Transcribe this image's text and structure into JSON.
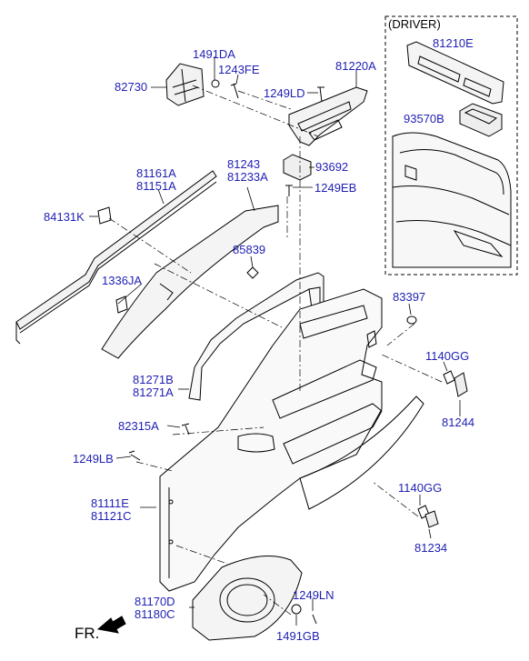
{
  "driver_inset": {
    "label": "(DRIVER)"
  },
  "parts": {
    "p81210E": "81210E",
    "p93570B": "93570B",
    "p1491DA": "1491DA",
    "p1243FE": "1243FE",
    "p82730": "82730",
    "p81220A": "81220A",
    "p1249LD": "1249LD",
    "p93692": "93692",
    "p1249EB": "1249EB",
    "p81161A": "81161A",
    "p81151A": "81151A",
    "p81243": "81243",
    "p81233A": "81233A",
    "p84131K": "84131K",
    "p85839": "85839",
    "p1336JA": "1336JA",
    "p83397": "83397",
    "p1140GG_a": "1140GG",
    "p81244": "81244",
    "p81271B": "81271B",
    "p81271A": "81271A",
    "p82315A": "82315A",
    "p1249LB": "1249LB",
    "p81111E": "81111E",
    "p81121C": "81121C",
    "p1140GG_b": "1140GG",
    "p81234": "81234",
    "p81170D": "81170D",
    "p81180C": "81180C",
    "p1249LN": "1249LN",
    "p1491GB": "1491GB"
  },
  "direction": {
    "label": "FR."
  },
  "colors": {
    "label": "#1f1fb4",
    "line": "#000000"
  }
}
